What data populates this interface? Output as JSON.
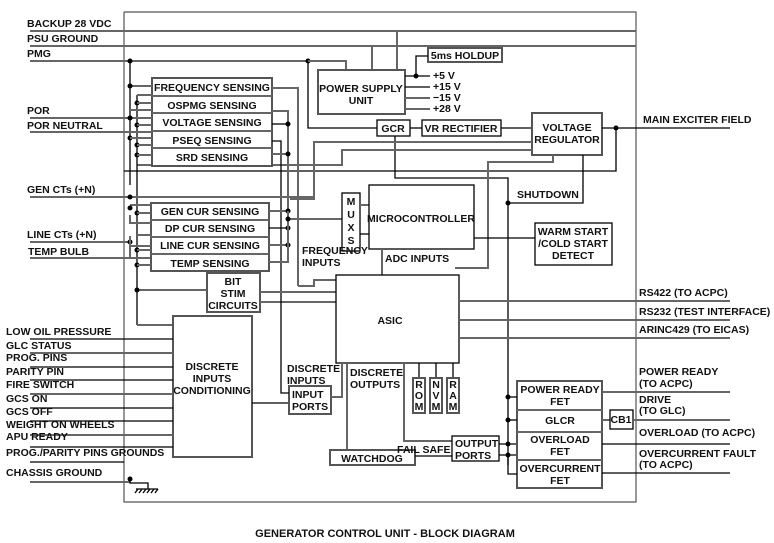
{
  "title": "GENERATOR CONTROL UNIT - BLOCK DIAGRAM",
  "inputs_top": [
    "BACKUP 28 VDC",
    "PSU GROUND",
    "PMG"
  ],
  "inputs_por": [
    "POR",
    "POR NEUTRAL"
  ],
  "inputs_mid": [
    "GEN CTs (+N)",
    "LINE CTs (+N)",
    "TEMP BULB"
  ],
  "inputs_discrete": [
    "LOW OIL PRESSURE",
    "GLC STATUS",
    "PROG. PINS",
    "PARITY PIN",
    "FIRE SWITCH",
    "GCS ON",
    "GCS OFF",
    "WEIGHT ON WHEELS",
    "APU READY",
    "PROG./PARITY PINS GROUNDS",
    "CHASSIS GROUND"
  ],
  "sensing_top": [
    "FREQUENCY SENSING",
    "OSPMG SENSING",
    "VOLTAGE SENSING",
    "PSEQ SENSING",
    "SRD SENSING"
  ],
  "sensing_cur": [
    "GEN CUR SENSING",
    "DP CUR SENSING",
    "LINE CUR SENSING",
    "TEMP SENSING"
  ],
  "psu": {
    "line1": "POWER SUPPLY",
    "line2": "UNIT",
    "holdup": "5ms HOLDUP",
    "rails": [
      "+5 V",
      "+15 V",
      "−15 V",
      "+28 V"
    ]
  },
  "gcr": "GCR",
  "vr_rectifier": "VR RECTIFIER",
  "voltage_regulator": {
    "line1": "VOLTAGE",
    "line2": "REGULATOR"
  },
  "main_exciter_field": "MAIN EXCITER FIELD",
  "shutdown": "SHUTDOWN",
  "muxs": [
    "M",
    "U",
    "X",
    "S"
  ],
  "microcontroller": "MICROCONTROLLER",
  "warm_start": [
    "WARM START",
    "/COLD START",
    "DETECT"
  ],
  "frequency_inputs": [
    "FREQUENCY",
    "INPUTS"
  ],
  "adc_inputs": "ADC INPUTS",
  "bit_stim": [
    "BIT",
    "STIM",
    "CIRCUITS"
  ],
  "asic": "ASIC",
  "outputs_serial": [
    "RS422 (TO ACPC)",
    "RS232 (TEST INTERFACE)",
    "ARINC429 (TO EICAS)"
  ],
  "discrete_cond": [
    "DISCRETE",
    "INPUTS",
    "CONDITIONING"
  ],
  "discrete_inputs_label": [
    "DISCRETE",
    "INPUTS"
  ],
  "input_ports": [
    "INPUT",
    "PORTS"
  ],
  "discrete_outputs_label": [
    "DISCRETE",
    "OUTPUTS"
  ],
  "memories": [
    [
      "R",
      "O",
      "M"
    ],
    [
      "N",
      "V",
      "M"
    ],
    [
      "R",
      "A",
      "M"
    ]
  ],
  "watchdog": "WATCHDOG",
  "fail_safe": "FAIL SAFE",
  "output_ports": [
    "OUTPUT",
    "PORTS"
  ],
  "fets": [
    [
      "POWER READY",
      "FET"
    ],
    [
      "GLCR"
    ],
    [
      "OVERLOAD",
      "FET"
    ],
    [
      "OVERCURRENT",
      "FET"
    ]
  ],
  "cb1": "CB1",
  "outputs_right": [
    [
      "POWER READY",
      "(TO ACPC)"
    ],
    [
      "DRIVE",
      "(TO GLC)"
    ],
    [
      "OVERLOAD (TO ACPC)"
    ],
    [
      "OVERCURRENT FAULT",
      "(TO ACPC)"
    ]
  ]
}
